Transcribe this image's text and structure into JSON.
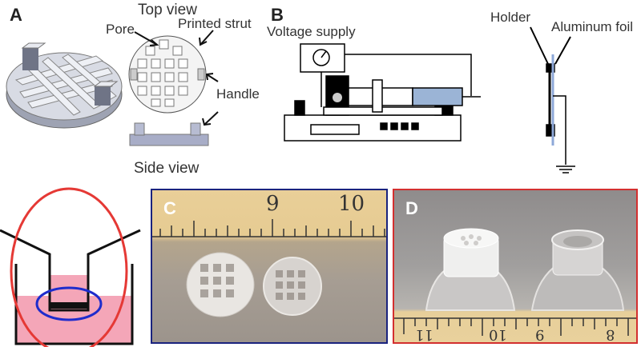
{
  "panels": {
    "a": {
      "letter": "A",
      "top_view": "Top view",
      "pore": "Pore",
      "printed_strut": "Printed strut",
      "handle": "Handle",
      "side_view": "Side view"
    },
    "b": {
      "letter": "B",
      "voltage_supply": "Voltage supply",
      "holder": "Holder",
      "aluminum_foil": "Aluminum foil"
    },
    "c": {
      "letter": "C",
      "ruler_numbers": [
        "9",
        "10"
      ]
    },
    "d": {
      "letter": "D",
      "ruler_numbers": [
        "11",
        "10",
        "9",
        "8"
      ]
    }
  },
  "colors": {
    "panel_c_border": "#1a237e",
    "panel_d_border": "#d32f2f",
    "annotation_red": "#e53935",
    "annotation_blue": "#1e2ccc",
    "medium_pink": "#f4a6b8"
  }
}
